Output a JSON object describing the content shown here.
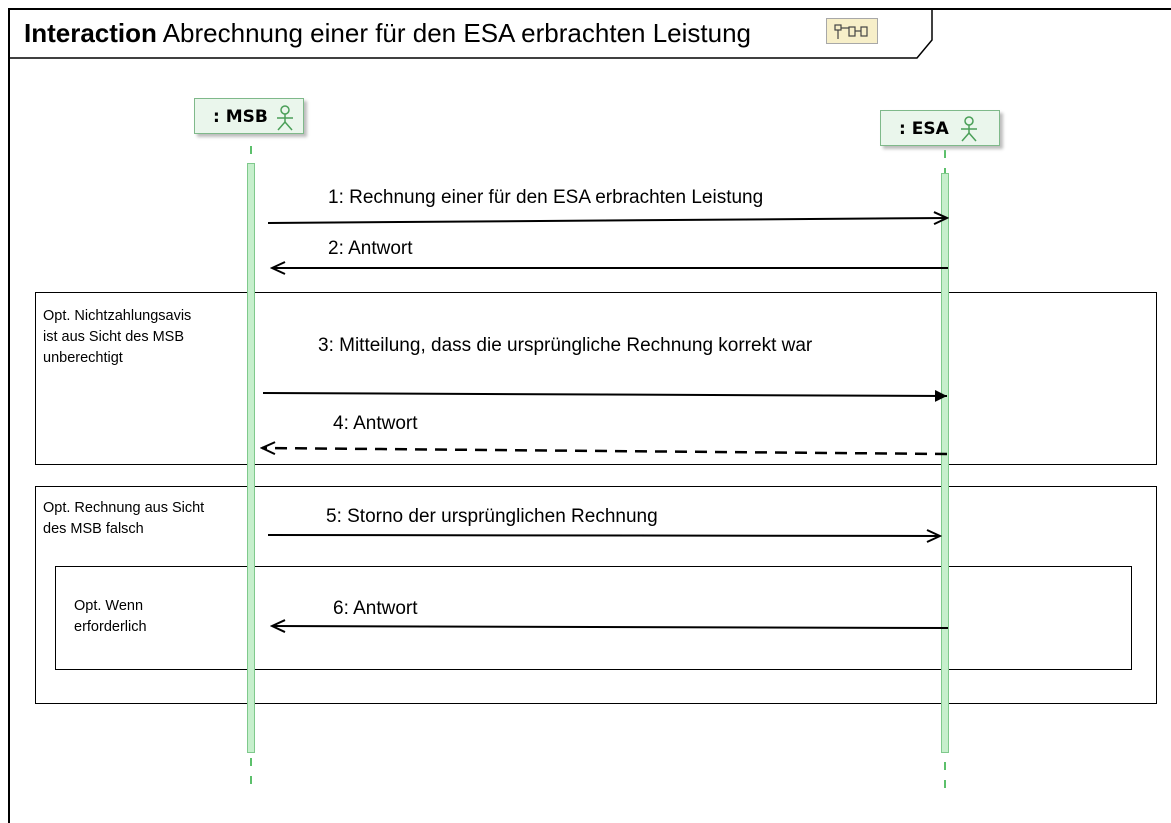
{
  "interaction": {
    "keyword": "Interaction",
    "name": "Abrechnung einer für den ESA erbrachten Leistung"
  },
  "lifelines": [
    {
      "label": ": MSB",
      "icon": "actor-icon"
    },
    {
      "label": ": ESA",
      "icon": "actor-icon"
    }
  ],
  "messages": [
    {
      "label": "1: Rechnung einer für den ESA erbrachten Leistung",
      "from": ": MSB",
      "to": ": ESA",
      "style": "solid"
    },
    {
      "label": "2: Antwort",
      "from": ": ESA",
      "to": ": MSB",
      "style": "solid"
    },
    {
      "label": "3: Mitteilung, dass die ursprüngliche Rechnung korrekt war",
      "from": ": MSB",
      "to": ": ESA",
      "style": "solid"
    },
    {
      "label": "4: Antwort",
      "from": ": ESA",
      "to": ": MSB",
      "style": "dashed"
    },
    {
      "label": "5: Storno der ursprünglichen Rechnung",
      "from": ": MSB",
      "to": ": ESA",
      "style": "solid"
    },
    {
      "label": "6: Antwort",
      "from": ": ESA",
      "to": ": MSB",
      "style": "solid"
    }
  ],
  "fragments": [
    {
      "guard": "Opt. Nichtzahlungsavis\nist aus Sicht des MSB\nunberechtigt"
    },
    {
      "guard": "Opt. Rechnung aus Sicht\ndes MSB falsch"
    },
    {
      "guard": "Opt. Wenn\n erforderlich"
    }
  ]
}
